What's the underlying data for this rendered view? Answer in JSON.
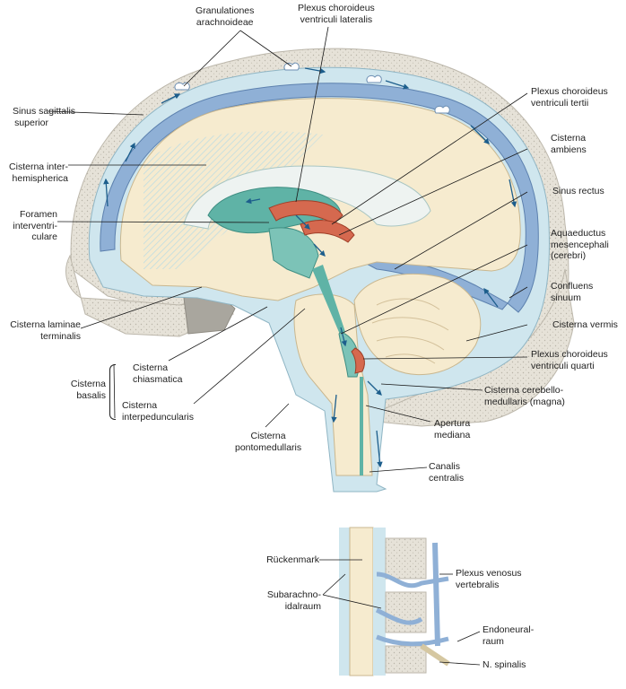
{
  "labels": {
    "granulationes": [
      "Granulationes",
      "arachnoideae"
    ],
    "plexus_lat": [
      "Plexus choroideus",
      "ventriculi lateralis"
    ],
    "plexus_tertii": [
      "Plexus choroideus",
      "ventriculi tertii"
    ],
    "sinus_sag": [
      "Sinus sagittalis",
      "superior"
    ],
    "cisterna_ambiens": [
      "Cisterna",
      "ambiens"
    ],
    "cisterna_inter": [
      "Cisterna inter-",
      "hemispherica"
    ],
    "sinus_rectus": [
      "Sinus rectus"
    ],
    "foramen": [
      "Foramen",
      "interventri-",
      "culare"
    ],
    "aquaeductus": [
      "Aquaeductus",
      "mesencephali",
      "(cerebri)"
    ],
    "confluens": [
      "Confluens",
      "sinuum"
    ],
    "cisterna_laminae": [
      "Cisterna laminae",
      "terminalis"
    ],
    "cisterna_vermis": [
      "Cisterna vermis"
    ],
    "plexus_quarti": [
      "Plexus choroideus",
      "ventriculi quarti"
    ],
    "cisterna_basalis": [
      "Cisterna",
      "basalis"
    ],
    "cisterna_chiasm": [
      "Cisterna",
      "chiasmatica"
    ],
    "cisterna_cerebello": [
      "Cisterna cerebello-",
      "medullaris (magna)"
    ],
    "cisterna_interped": [
      "Cisterna",
      "interpeduncularis"
    ],
    "apertura": [
      "Apertura",
      "mediana"
    ],
    "cisterna_ponto": [
      "Cisterna",
      "pontomedullaris"
    ],
    "canalis": [
      "Canalis",
      "centralis"
    ],
    "rueckenmark": [
      "Rückenmark"
    ],
    "plexus_venosus": [
      "Plexus venosus",
      "vertebralis"
    ],
    "subarachno": [
      "Subarachno-",
      "idalraum"
    ],
    "endoneural": [
      "Endoneural-",
      "raum"
    ],
    "n_spinalis": [
      "N. spinalis"
    ]
  },
  "colors": {
    "csf": "#cfe6ee",
    "vein": "#8fb0d6",
    "vein_dark": "#2d4d7a",
    "brain": "#f6ebcf",
    "ventricle": "#5fb3a6",
    "plexus": "#d5694f",
    "bone": "#e1ddd3",
    "bone_dark": "#a8a49b"
  }
}
